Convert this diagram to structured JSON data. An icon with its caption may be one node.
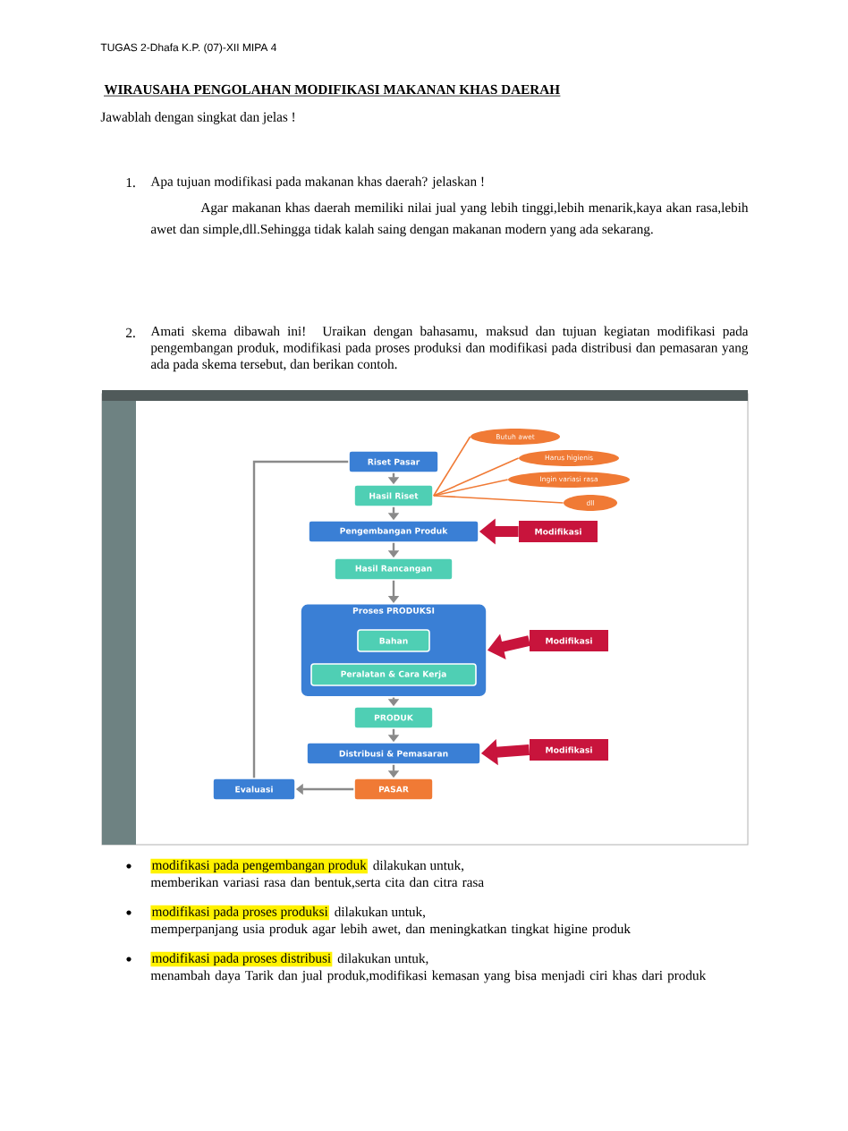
{
  "diagram": {
    "title": "WIRAUSAHA PENGOLAHAN MODIFIKASI MAKANAN  KHAS  DAERAH",
    "nodes": [
      {
        "text": [
          "Riset Pasar"
        ]
      },
      {
        "text": [
          "Hasil Riset"
        ]
      },
      {
        "text": [
          "Pengembangan Produk"
        ]
      },
      {
        "text": [
          "Hasil Rancangan"
        ]
      },
      {
        "text": [
          "Proses PRODUKSI"
        ]
      },
      {
        "text": [
          "Bahan"
        ],
        "in": 4
      },
      {
        "text": [
          "Peralatan & Cara Kerja"
        ],
        "in": 4
      },
      {
        "text": [
          "PRODUK"
        ]
      },
      {
        "text": [
          "Distribusi & Pemasaran"
        ]
      },
      {
        "text": [
          "PASAR"
        ]
      },
      {
        "text": [
          "Evaluasi"
        ]
      },
      {
        "text": [
          "Butuh awet"
        ]
      },
      {
        "text": [
          "Harus higienis"
        ]
      },
      {
        "text": [
          "Ingin variasi rasa"
        ]
      },
      {
        "text": [
          "dll"
        ]
      },
      {
        "text": [
          "Modifikasi"
        ]
      },
      {
        "text": [
          "Modifikasi"
        ]
      },
      {
        "text": [
          "Modifikasi"
        ]
      }
    ],
    "edges": [
      {
        "from": 0,
        "to": 1,
        "arrow": "to"
      },
      {
        "from": 1,
        "to": 2,
        "arrow": "to"
      },
      {
        "from": 2,
        "to": 3,
        "arrow": "to"
      },
      {
        "from": 3,
        "to": 4,
        "arrow": "to"
      },
      {
        "from": 4,
        "to": 7,
        "arrow": "to"
      },
      {
        "from": 7,
        "to": 8,
        "arrow": "to"
      },
      {
        "from": 8,
        "to": 9,
        "arrow": "to"
      },
      {
        "from": 9,
        "to": 10,
        "arrow": "to"
      },
      {
        "from": 10,
        "to": 0,
        "arrow": "none"
      },
      {
        "from": 11,
        "to": 1,
        "arrow": "none",
        "color": "#f07a35"
      },
      {
        "from": 12,
        "to": 1,
        "arrow": "none",
        "color": "#f07a35"
      },
      {
        "from": 13,
        "to": 1,
        "arrow": "none",
        "color": "#f07a35"
      },
      {
        "from": 14,
        "to": 1,
        "arrow": "none",
        "color": "#f07a35"
      },
      {
        "from": 15,
        "to": 2,
        "arrow": "to",
        "style": "thick",
        "color": "#c8143c"
      },
      {
        "from": 16,
        "to": 4,
        "arrow": "to",
        "style": "thick",
        "color": "#c8143c"
      },
      {
        "from": 17,
        "to": 8,
        "arrow": "to",
        "style": "thick",
        "color": "#c8143c"
      }
    ],
    "labels": [
      "TUGAS  2-Dhafa K.P. (07)-XII MIPA 4",
      "Jawablah dengan singkat dan jelas !",
      "1.",
      "Apa tujuan modifikasi pada makanan khas daerah? jelaskan !",
      "Agar makanan khas daerah memiliki nilai jual yang lebih tinggi,lebih menarik,kaya akan rasa,lebih awet dan simple,dll.Sehingga tidak kalah saing dengan makanan modern yang ada sekarang.",
      "2.",
      "Amati skema dibawah ini! Uraikan dengan bahasamu, maksud dan tujuan kegiatan modifikasi pada pengembangan produk, modifikasi pada proses produksi dan modifikasi pada distribusi dan pemasaran yang ada pada  skema tersebut, dan berikan contoh.",
      "modifikasi pada pengembangan produk",
      "dilakukan untuk,",
      "memberikan variasi rasa dan bentuk,serta cita dan citra rasa",
      "modifikasi pada proses produksi",
      "dilakukan untuk,",
      "memperpanjang usia produk agar lebih awet, dan meningkatkan tingkat higine produk",
      "modifikasi pada proses distribusi",
      "dilakukan untuk,",
      "menambah daya  Tarik dan jual produk,modifikasi kemasan yang bisa menjadi ciri khas dari produk"
    ]
  }
}
